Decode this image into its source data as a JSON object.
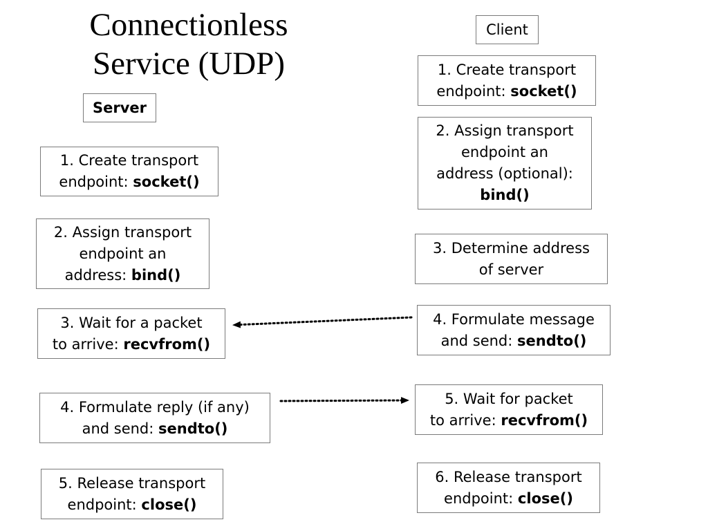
{
  "title": [
    "Connectionless",
    "Service (UDP)"
  ],
  "server": {
    "label": "Server",
    "steps": [
      {
        "lines": [
          {
            "text": "1. Create transport"
          },
          {
            "text": "endpoint: ",
            "bold": "socket()"
          }
        ]
      },
      {
        "lines": [
          {
            "text": "2. Assign transport"
          },
          {
            "text": "endpoint an"
          },
          {
            "text": "address: ",
            "bold": "bind()"
          }
        ]
      },
      {
        "lines": [
          {
            "text": "3. Wait for a packet"
          },
          {
            "text": "to arrive: ",
            "bold": "recvfrom()"
          }
        ]
      },
      {
        "lines": [
          {
            "text": "4. Formulate reply (if any)"
          },
          {
            "text": "and send: ",
            "bold": "sendto()"
          }
        ]
      },
      {
        "lines": [
          {
            "text": "5. Release transport"
          },
          {
            "text": "endpoint: ",
            "bold": "close()"
          }
        ]
      }
    ]
  },
  "client": {
    "label": "Client",
    "steps": [
      {
        "lines": [
          {
            "text": "1. Create transport"
          },
          {
            "text": "endpoint: ",
            "bold": "socket()"
          }
        ]
      },
      {
        "lines": [
          {
            "text": "2. Assign transport"
          },
          {
            "text": "endpoint an"
          },
          {
            "text": "address (optional):"
          },
          {
            "text": "",
            "bold": "bind()"
          }
        ]
      },
      {
        "lines": [
          {
            "text": "3. Determine address"
          },
          {
            "text": "of server"
          }
        ]
      },
      {
        "lines": [
          {
            "text": "4. Formulate message"
          },
          {
            "text": "and send: ",
            "bold": "sendto()"
          }
        ]
      },
      {
        "lines": [
          {
            "text": "5. Wait for packet"
          },
          {
            "text": "to arrive: ",
            "bold": "recvfrom()"
          }
        ]
      },
      {
        "lines": [
          {
            "text": "6. Release transport"
          },
          {
            "text": "endpoint: ",
            "bold": "close()"
          }
        ]
      }
    ]
  },
  "arrows": [
    {
      "from": "client.steps.3",
      "to": "server.steps.2",
      "style": "dotted"
    },
    {
      "from": "server.steps.3",
      "to": "client.steps.4",
      "style": "dotted"
    }
  ]
}
